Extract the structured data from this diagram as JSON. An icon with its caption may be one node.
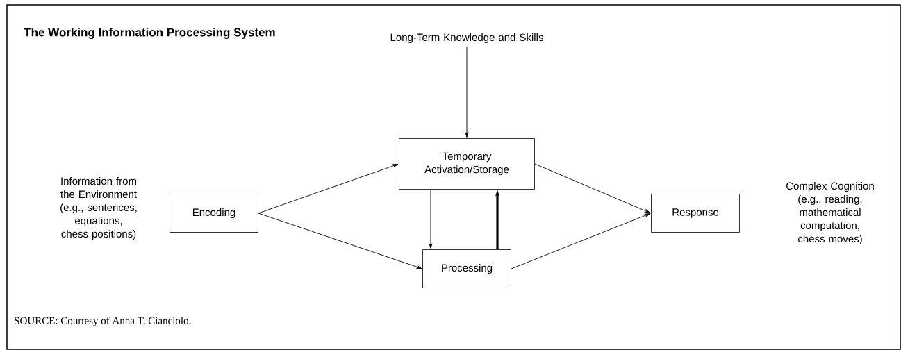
{
  "diagram": {
    "title": "The Working Information Processing System",
    "caption": "SOURCE: Courtesy of Anna T. Cianciolo.",
    "nodes": [
      {
        "text": [
          "Long-Term Knowledge and Skills"
        ]
      },
      {
        "text": [
          "Temporary Activation/Storage"
        ]
      },
      {
        "text": [
          "Encoding"
        ]
      },
      {
        "text": [
          "Processing"
        ]
      },
      {
        "text": [
          "Response"
        ]
      }
    ],
    "edges": [
      {
        "from": 0,
        "to": 1,
        "arrow": "to"
      },
      {
        "from": 2,
        "to": 1,
        "arrow": "to"
      },
      {
        "from": 2,
        "to": 3,
        "arrow": "to"
      },
      {
        "from": 1,
        "to": 3,
        "arrow": "to"
      },
      {
        "from": 3,
        "to": 1,
        "arrow": "to",
        "style": "thick"
      },
      {
        "from": 1,
        "to": 4,
        "arrow": "to"
      },
      {
        "from": 3,
        "to": 4,
        "arrow": "to"
      }
    ],
    "labels": [
      "Information from the Environment (e.g., sentences, equations, chess positions)",
      "Complex Cognition (e.g., reading, mathematical computation, chess moves)"
    ]
  }
}
